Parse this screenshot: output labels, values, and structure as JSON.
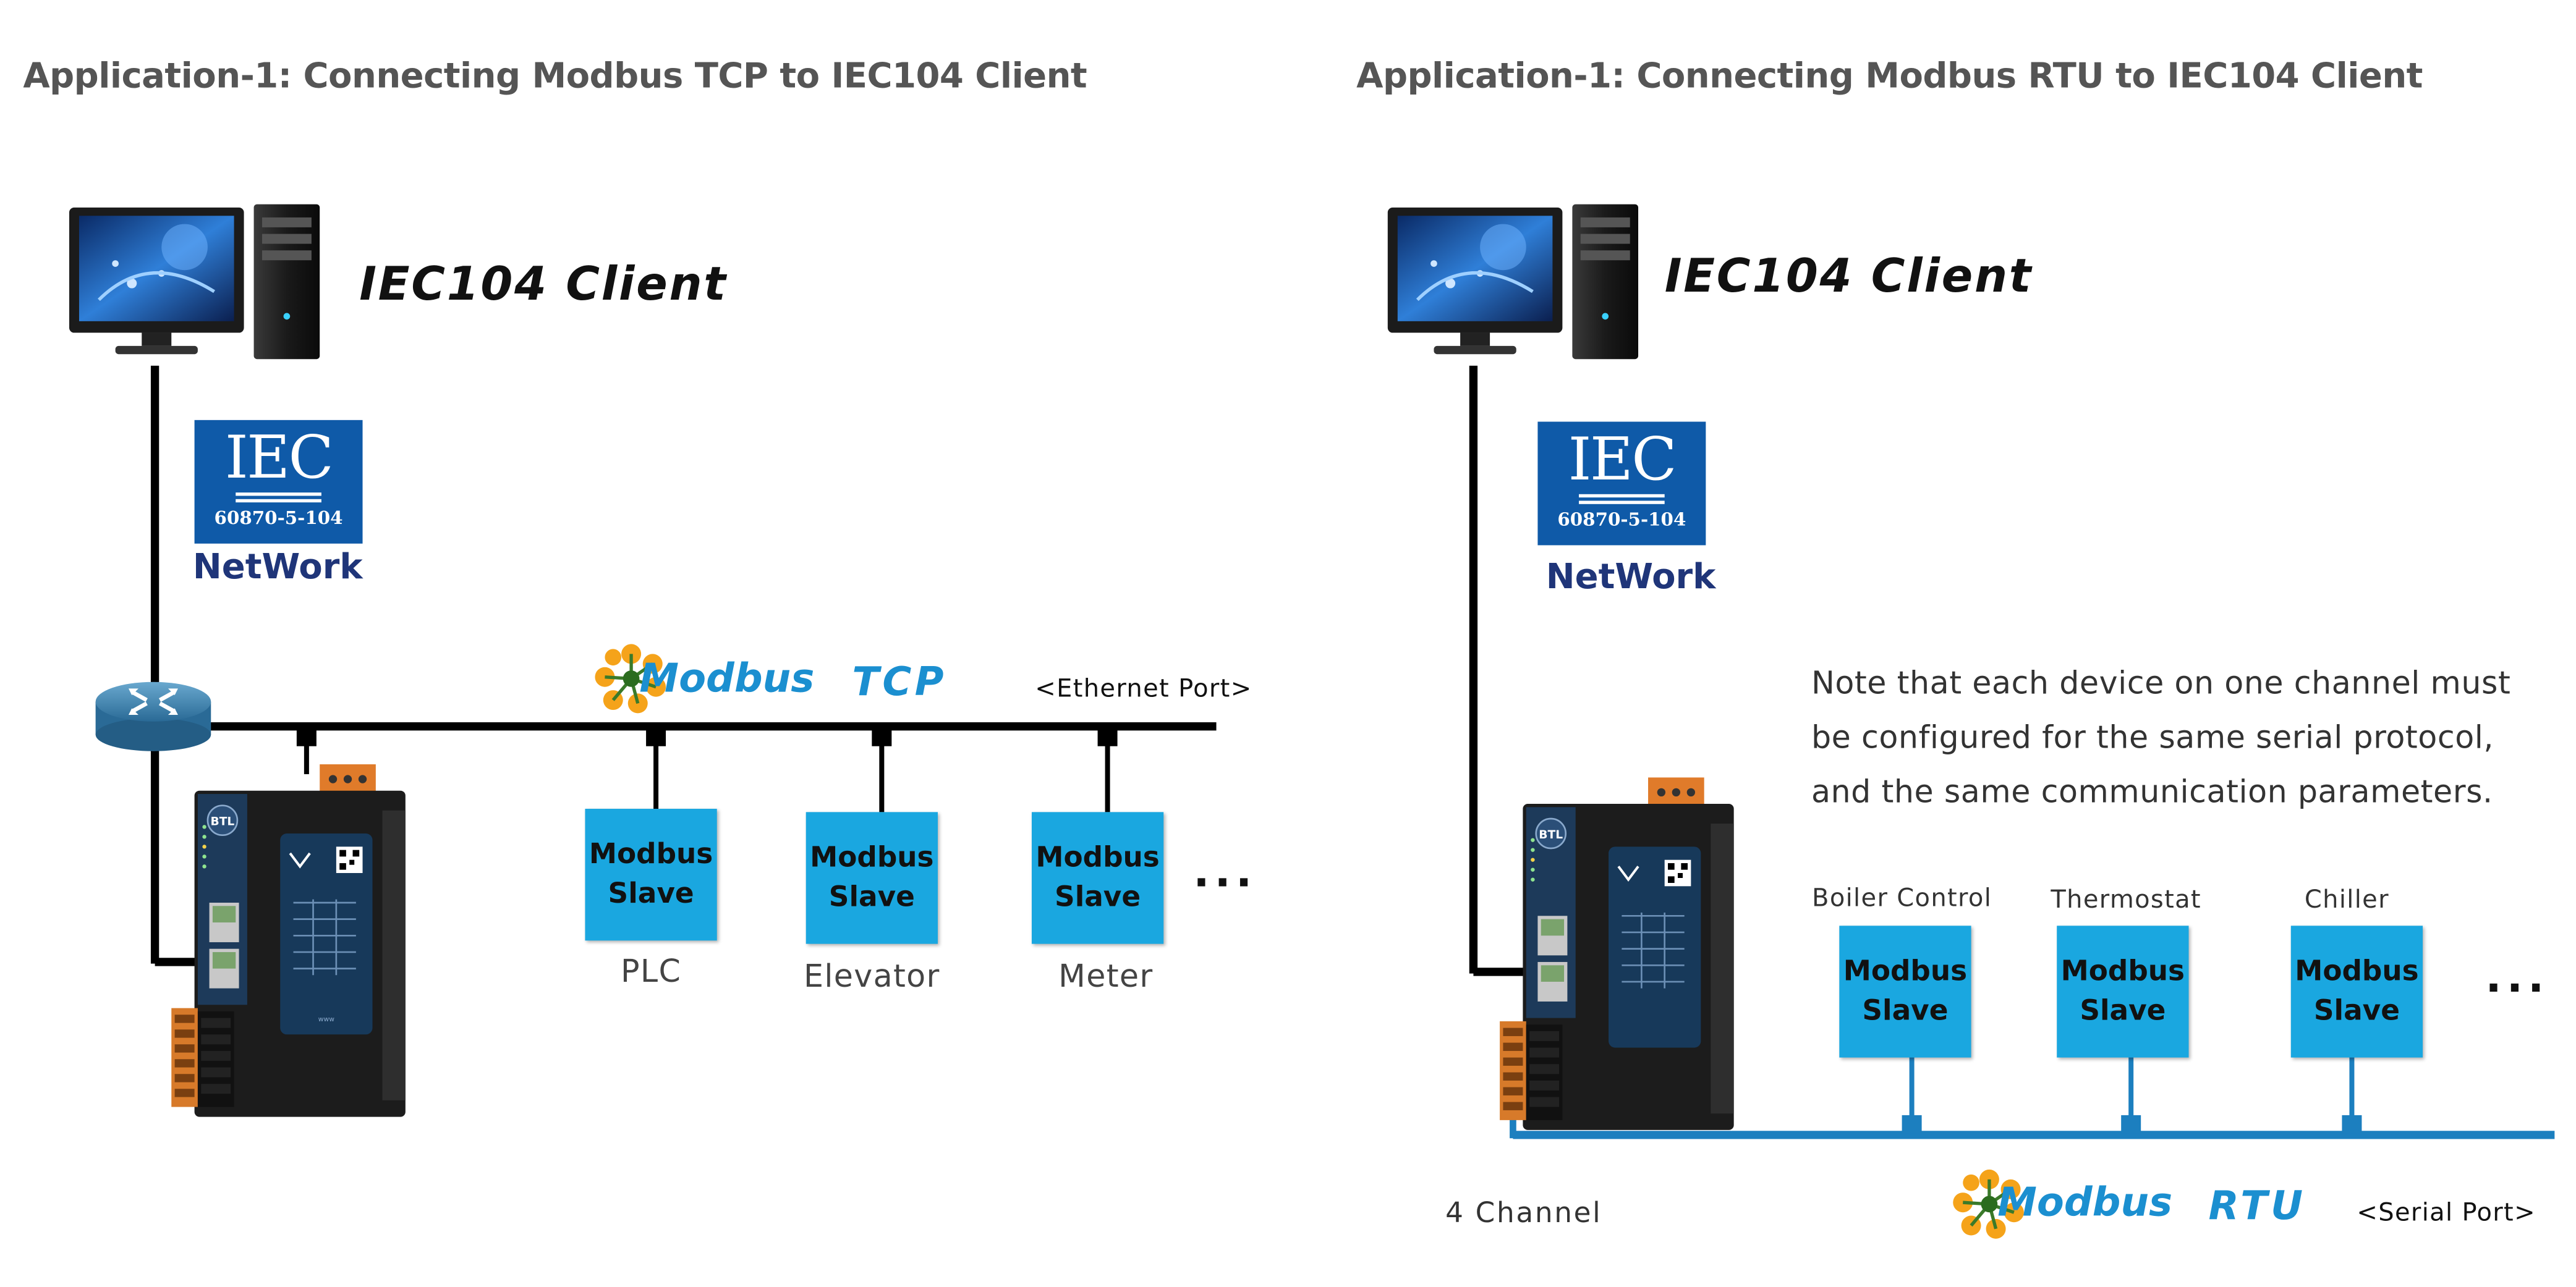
{
  "colors": {
    "iec_blue": "#0f5aa8",
    "slave_blue": "#1aa7e0",
    "modbus_blue": "#1b8fd0",
    "rtu_bus": "#1c7fbf",
    "network_text": "#1f3579",
    "logo_orange": "#f5a31a"
  },
  "left_panel": {
    "title": "Application-1: Connecting Modbus TCP to IEC104 Client",
    "client_label": "IEC104 Client",
    "iec_logo": {
      "big": "IEC",
      "standard": "60870-5-104"
    },
    "network_label": "NetWork",
    "protocol": {
      "modbus": "Modbus",
      "type": "TCP"
    },
    "port_label": "<Ethernet Port>",
    "slaves": [
      {
        "line1": "Modbus",
        "line2": "Slave",
        "device": "PLC"
      },
      {
        "line1": "Modbus",
        "line2": "Slave",
        "device": "Elevator"
      },
      {
        "line1": "Modbus",
        "line2": "Slave",
        "device": "Meter"
      }
    ],
    "ellipsis": "..."
  },
  "right_panel": {
    "title": "Application-1: Connecting Modbus RTU to IEC104 Client",
    "client_label": "IEC104 Client",
    "iec_logo": {
      "big": "IEC",
      "standard": "60870-5-104"
    },
    "network_label": "NetWork",
    "note": "Note that each device on one channel must be configured for the same serial protocol, and the same communication parameters.",
    "slaves": [
      {
        "line1": "Modbus",
        "line2": "Slave",
        "device": "Boiler Control"
      },
      {
        "line1": "Modbus",
        "line2": "Slave",
        "device": "Thermostat"
      },
      {
        "line1": "Modbus",
        "line2": "Slave",
        "device": "Chiller"
      }
    ],
    "ellipsis": "...",
    "channel_label": "4 Channel",
    "protocol": {
      "modbus": "Modbus",
      "type": "RTU"
    },
    "port_label": "<Serial Port>"
  },
  "icons": [
    "desktop-computer-icon",
    "router-icon",
    "gateway-device-icon",
    "modbus-logo-icon",
    "iec-logo-icon"
  ]
}
